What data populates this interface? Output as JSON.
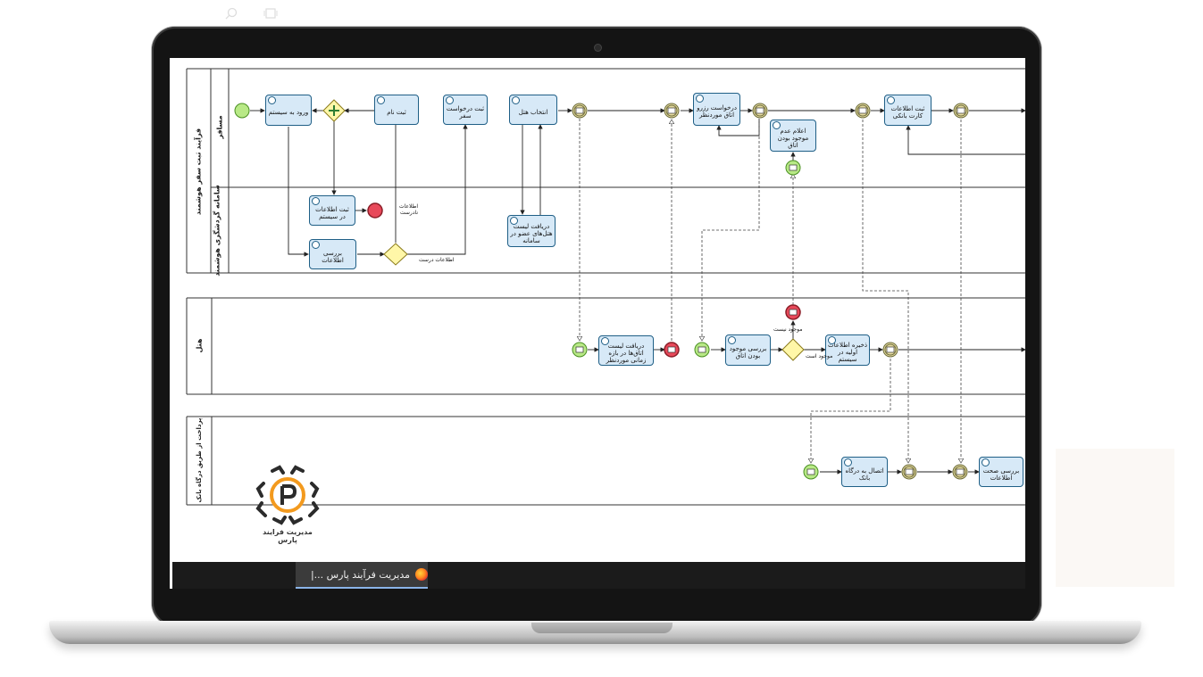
{
  "lanes": {
    "passenger": "مسافر",
    "pool_title": "فرآیند ثبت سفر هوشمند",
    "smart_tour_system": "سامانه گردشگری هوشمند",
    "hotel": "هتل",
    "payment": "پرداخت از طریق درگاه بانک"
  },
  "tasks": {
    "login": "ورود به سیستم",
    "register": "ثبت نام",
    "trip_request": "ثبت درخواست سفر",
    "select_hotel": "انتخاب هتل",
    "room_reserve_request": "درخواست رزرو اتاق موردنظر",
    "card_info": "ثبت اطلاعات کارت بانکی",
    "not_available_notice": "اعلام عدم موجود بودن اتاق",
    "save_info_system": "ثبت اطلاعات در سیستم",
    "check_info": "بررسی اطلاعات",
    "member_hotels_list": "دریافت لیست هتل‌های عضو در سامانه",
    "room_list_period": "دریافت لیست اتاق‌ها در بازه زمانی موردنظر",
    "check_availability": "بررسی موجود بودن اتاق",
    "store_initial_info": "ذخیره اطلاعات اولیه در سیستم",
    "connect_gateway": "اتصال به درگاه بانک",
    "verify_info": "بررسی صحت اطلاعات"
  },
  "flow_labels": {
    "info_invalid": "اطلاعات نادرست",
    "info_valid": "اطلاعات درست",
    "not_available": "موجود نیست",
    "available": "موجود است"
  },
  "logo": {
    "caption": "مدیریت فرایند پارس"
  },
  "taskbar": {
    "app_title": "مدیریت فرآیند پارس ...|"
  },
  "colors": {
    "task_fill": "#d7e9f7",
    "task_border": "#1f5f86",
    "start_event": "#b8e986",
    "end_event": "#e8495a",
    "gateway": "#fff7a8",
    "intermediate": "#e6dba0",
    "logo_orange": "#f39a1e",
    "taskbar": "#1b1b1b"
  },
  "icons": [
    "windows-start-icon",
    "search-icon",
    "task-view-icon",
    "firefox-icon",
    "gear-logo-icon",
    "message-envelope-icon"
  ]
}
